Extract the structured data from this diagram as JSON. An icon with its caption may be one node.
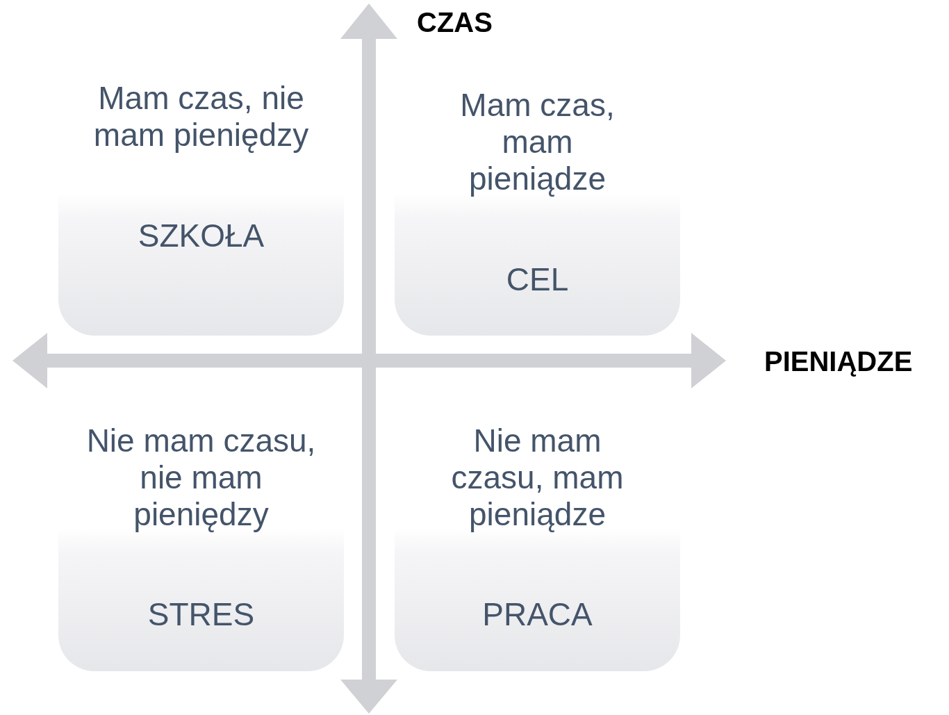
{
  "diagram": {
    "nodes": [
      {
        "text": [
          "Mam czas, nie mam pieniędzy",
          "SZKOŁA"
        ]
      },
      {
        "text": [
          "Mam czas, mam pieniądze",
          "CEL"
        ]
      },
      {
        "text": [
          "Nie mam czasu, nie mam pieniędzy",
          "STRES"
        ]
      },
      {
        "text": [
          "Nie mam czasu, mam pieniądze",
          "PRACA"
        ]
      }
    ],
    "labels": [
      "CZAS",
      "PIENIĄDZE"
    ]
  }
}
